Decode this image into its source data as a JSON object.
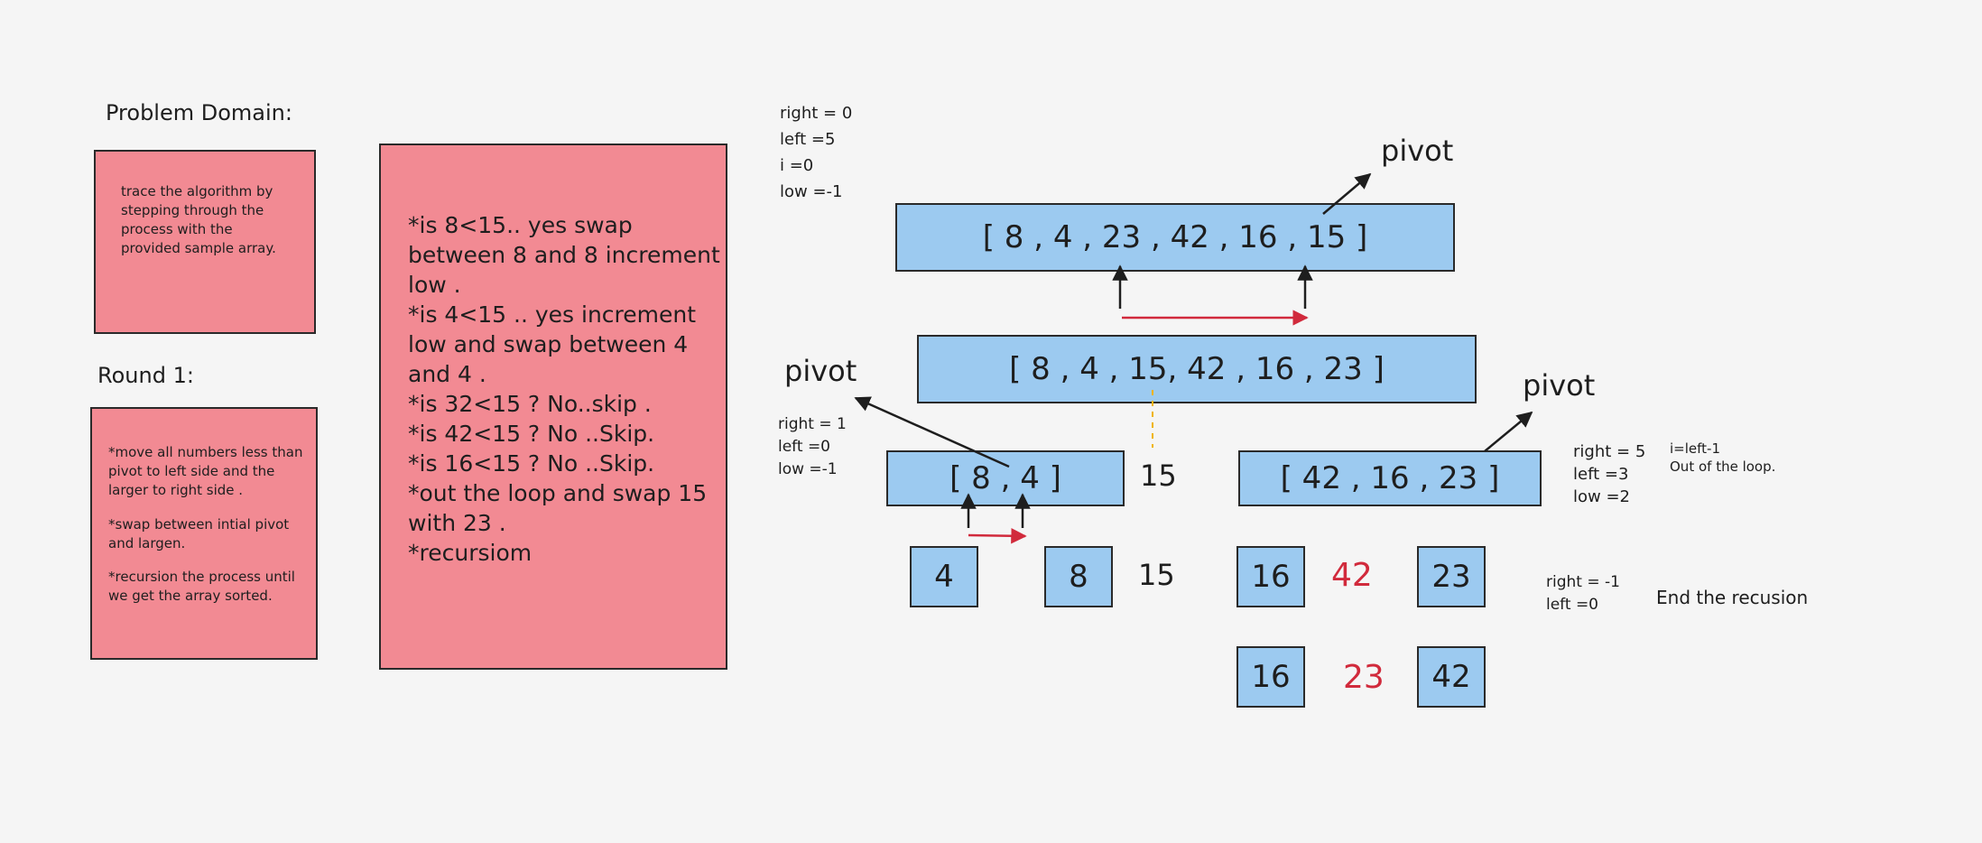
{
  "problem_domain": {
    "heading": "Problem Domain:",
    "text": "trace the algorithm by\nstepping through the\nprocess with the\nprovided sample array."
  },
  "round1": {
    "heading": "Round 1:",
    "points": [
      "*move all numbers less than\npivot to left side and the\nlarger to right side .",
      "*swap between intial pivot\nand largen.",
      "*recursion the process until\nwe get the array sorted."
    ]
  },
  "steps_note": {
    "text": "*is 8<15.. yes swap\nbetween 8 and 8 increment\nlow .\n*is 4<15 .. yes increment\nlow and swap between 4\nand 4 .\n*is 32<15 ? No..skip .\n*is 42<15 ? No ..Skip.\n*is 16<15 ? No ..Skip.\n*out the loop and swap 15\nwith 23 .\n*recursiom"
  },
  "top_vars": "right = 0\nleft =5\ni =0\nlow =-1",
  "arrays": {
    "initial": "[ 8 , 4 , 23 , 42 , 16 , 15 ]",
    "after_partition": "[ 8 , 4 , 15, 42 , 16 , 23 ]",
    "left": "[ 8 , 4 ]",
    "right": "[ 42 , 16 , 23 ]"
  },
  "pivot_labels": {
    "top": "pivot",
    "left": "pivot",
    "right": "pivot"
  },
  "left_vars": "right = 1\nleft =0\nlow =-1",
  "right_vars": "right = 5\nleft =3\nlow =2",
  "right_notes": "i=left-1\nOut of the loop.",
  "pivot_value": "15",
  "row1": {
    "left_cells": [
      "4",
      "8"
    ],
    "pivot_mark": "15",
    "right_cells": [
      "16",
      "23"
    ],
    "right_pivot": "42"
  },
  "bottom_vars": "right = -1\nleft =0",
  "end_text": "End the recusion",
  "row2": {
    "cells": [
      "16",
      "42"
    ],
    "pivot": "23"
  },
  "colors": {
    "note": "#f28a93",
    "array": "#9ccaf0",
    "red_arrow": "#d12a3c",
    "dashed": "#f0b400"
  }
}
